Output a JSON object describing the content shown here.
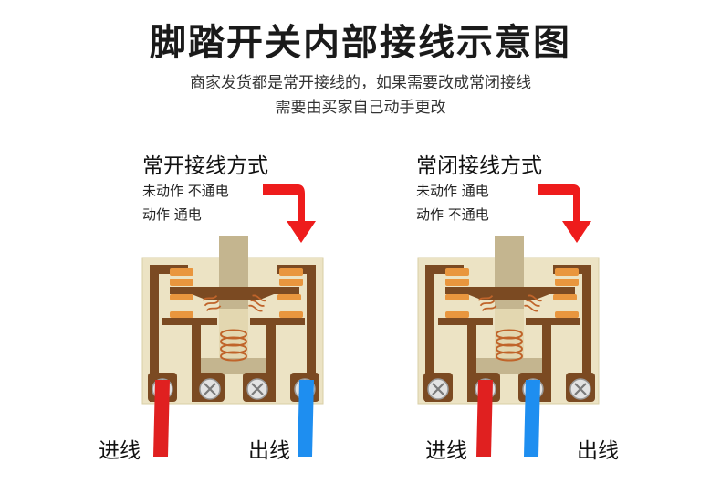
{
  "title": "脚踏开关内部接线示意图",
  "notes": {
    "line1": "商家发货都是常开接线的，如果需要改成常闭接线",
    "line2": "需要由买家自己动手更改"
  },
  "panels": [
    {
      "id": "normally-open",
      "title": "常开接线方式",
      "states": [
        "未动作  不通电",
        "动作  通电"
      ],
      "inlet_label": "进线",
      "outlet_label": "出线"
    },
    {
      "id": "normally-closed",
      "title": "常闭接线方式",
      "states": [
        "未动作  通电",
        "动作  不通电"
      ],
      "inlet_label": "进线",
      "outlet_label": "出线"
    }
  ],
  "colors": {
    "housing": "#ece3c4",
    "housing_border": "#d9cfa6",
    "plunger": "#c4b58f",
    "contact_bar": "#7b4a22",
    "contact_pad": "#e9963e",
    "spring": "#c0642a",
    "terminal_post": "#7b4a22",
    "screw": "#d0d0d0",
    "arrow": "#ee1c1c",
    "inlet_wire": "#e02020",
    "outlet_wire": "#1e8ef0"
  }
}
